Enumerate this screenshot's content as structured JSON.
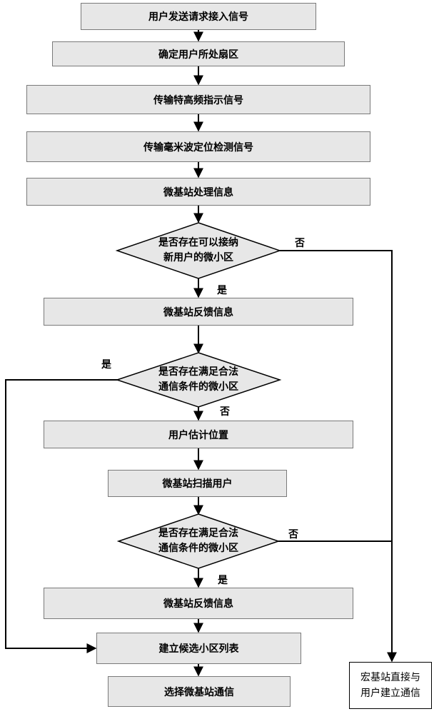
{
  "steps": {
    "s1": "用户发送请求接入信号",
    "s2": "确定用户所处扇区",
    "s3": "传输特高频指示信号",
    "s4": "传输毫米波定位检测信号",
    "s5": "微基站处理信息",
    "s6": "微基站反馈信息",
    "s7": "用户估计位置",
    "s8": "微基站扫描用户",
    "s9": "微基站反馈信息",
    "s10": "建立候选小区列表",
    "s11": "选择微基站通信"
  },
  "decisions": {
    "d1": {
      "line1": "是否存在可以接纳",
      "line2": "新用户的微小区"
    },
    "d2": {
      "line1": "是否存在满足合法",
      "line2": "通信条件的微小区"
    },
    "d3": {
      "line1": "是否存在满足合法",
      "line2": "通信条件的微小区"
    }
  },
  "labels": {
    "d1_yes": "是",
    "d1_no": "否",
    "d2_yes": "是",
    "d2_no": "否",
    "d3_yes": "是",
    "d3_no": "否"
  },
  "terminal": {
    "line1": "宏基站直接与",
    "line2": "用户建立通信"
  },
  "colors": {
    "box_fill": "#e7e7e7",
    "box_border": "#7a7a7a",
    "line": "#000000"
  }
}
